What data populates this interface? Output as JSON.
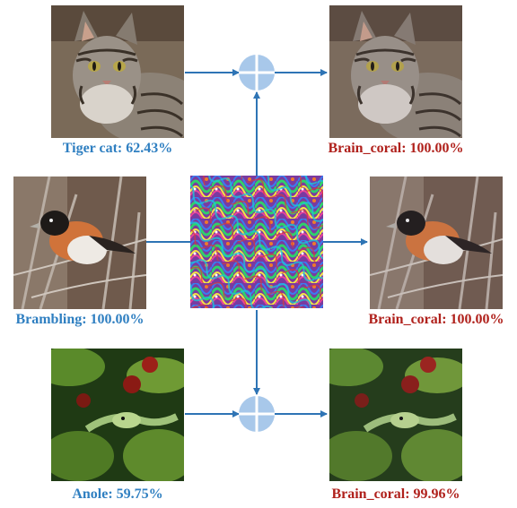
{
  "figure": {
    "rows": [
      {
        "original": {
          "image": "tiger-cat-photo",
          "label": "Tiger cat: 62.43%"
        },
        "adversarial": {
          "image": "tiger-cat-adversarial-photo",
          "label": "Brain_coral: 100.00%"
        }
      },
      {
        "original": {
          "image": "brambling-photo",
          "label": "Brambling: 100.00%"
        },
        "adversarial": {
          "image": "brambling-adversarial-photo",
          "label": "Brain_coral: 100.00%"
        }
      },
      {
        "original": {
          "image": "anole-photo",
          "label": "Anole: 59.75%"
        },
        "adversarial": {
          "image": "anole-adversarial-photo",
          "label": "Brain_coral: 99.96%"
        }
      }
    ],
    "perturbation": {
      "image": "universal-perturbation-pattern"
    },
    "operator": {
      "icon": "add-circle-icon",
      "color": "#a8c8ea"
    },
    "colors": {
      "arrow": "#2e74b5",
      "original_label": "#2f7fc1",
      "adversarial_label": "#b0211c"
    }
  }
}
